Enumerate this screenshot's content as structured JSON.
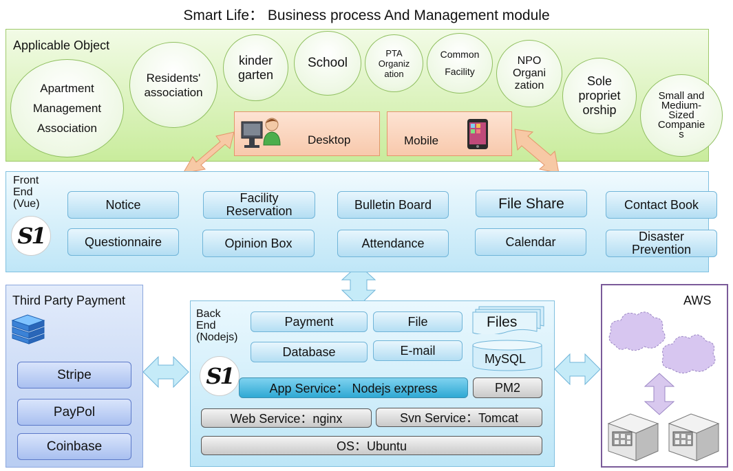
{
  "title": "Smart Life： Business process And Management module",
  "applicable_object": {
    "title": "Applicable Object",
    "items": [
      "Apartment\nManagement\nAssociation",
      "Residents'\nassociation",
      "kinder\ngarten",
      "School",
      "PTA\nOrganiz\nation",
      "Common\nFacility",
      "NPO\nOrgani\nzation",
      "Sole\npropriet\norship",
      "Small and\nMedium-\nSized\nCompanie\ns"
    ],
    "desktop_label": "Desktop",
    "mobile_label": "Mobile"
  },
  "front_end": {
    "title": "Front\nEnd\n(Vue)",
    "logo_text": "S1",
    "modules": [
      "Notice",
      "Facility\nReservation",
      "Bulletin Board",
      "File Share",
      "Contact Book",
      "Questionnaire",
      "Opinion Box",
      "Attendance",
      "Calendar",
      "Disaster\nPrevention"
    ]
  },
  "third_party": {
    "title": "Third Party Payment",
    "items": [
      "Stripe",
      "PayPol",
      "Coinbase"
    ]
  },
  "back_end": {
    "title": "Back\nEnd\n(Nodejs)",
    "logo_text": "S1",
    "payment": "Payment",
    "file": "File",
    "files": "Files",
    "database": "Database",
    "email": "E-mail",
    "mysql": "MySQL",
    "app_service": "App Service： Nodejs express",
    "pm2": "PM2",
    "web_service": "Web Service：nginx",
    "svn_service": "Svn Service：Tomcat",
    "os": "OS：Ubuntu"
  },
  "aws": {
    "title": "AWS"
  },
  "colors": {
    "object_panel": "#c9ec9c",
    "front_panel": "#bfe6f7",
    "third_panel": "#b9cdf2",
    "aws_border": "#7a5a99",
    "arrow_orange": "#f6c8a6",
    "arrow_blue": "#bfe7f7",
    "arrow_purple": "#d8c8ee"
  }
}
